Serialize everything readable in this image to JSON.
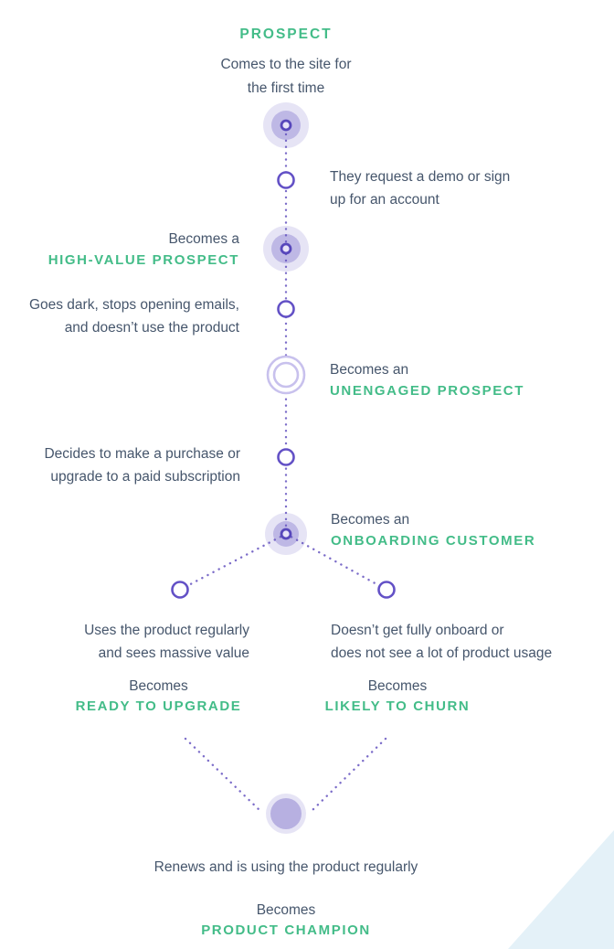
{
  "palette": {
    "status_green": "#43BC88",
    "body_text": "#46566C",
    "path_purple": "#6554C0",
    "ring_purple_dark": "#5747BB",
    "halo_lavender_outer": "rgba(101,84,192,0.16)",
    "halo_lavender_mid": "rgba(101,84,192,0.30)",
    "double_ring_lavender": "#C8C1ED",
    "corner_triangle_blue": "#E4F1F8",
    "background": "#FFFFFF"
  },
  "header": {
    "status": "PROSPECT",
    "desc_line1": "Comes to the site for",
    "desc_line2": "the first time"
  },
  "notes": {
    "demo": {
      "line1": "They request a demo or sign",
      "line2": "up for an account"
    },
    "goes_dark": {
      "line1": "Goes dark, stops opening emails,",
      "line2": "and doesn’t use the product"
    },
    "purchase": {
      "line1": "Decides to make a purchase or",
      "line2": "upgrade to a paid subscription"
    }
  },
  "stages": {
    "high_value": {
      "becomes": "Becomes a",
      "status": "HIGH-VALUE PROSPECT"
    },
    "unengaged": {
      "becomes": "Becomes an",
      "status": "UNENGAGED PROSPECT"
    },
    "onboarding": {
      "becomes": "Becomes an",
      "status": "ONBOARDING CUSTOMER"
    }
  },
  "branches": {
    "left": {
      "line1": "Uses the product regularly",
      "line2": "and sees massive value",
      "becomes": "Becomes",
      "status": "READY TO UPGRADE"
    },
    "right": {
      "line1": "Doesn’t get fully onboard or",
      "line2": "does not see a lot of product usage",
      "becomes": "Becomes",
      "status": "LIKELY TO CHURN"
    }
  },
  "footer": {
    "note": "Renews and is using the product regularly",
    "becomes": "Becomes",
    "status": "PRODUCT CHAMPION"
  }
}
